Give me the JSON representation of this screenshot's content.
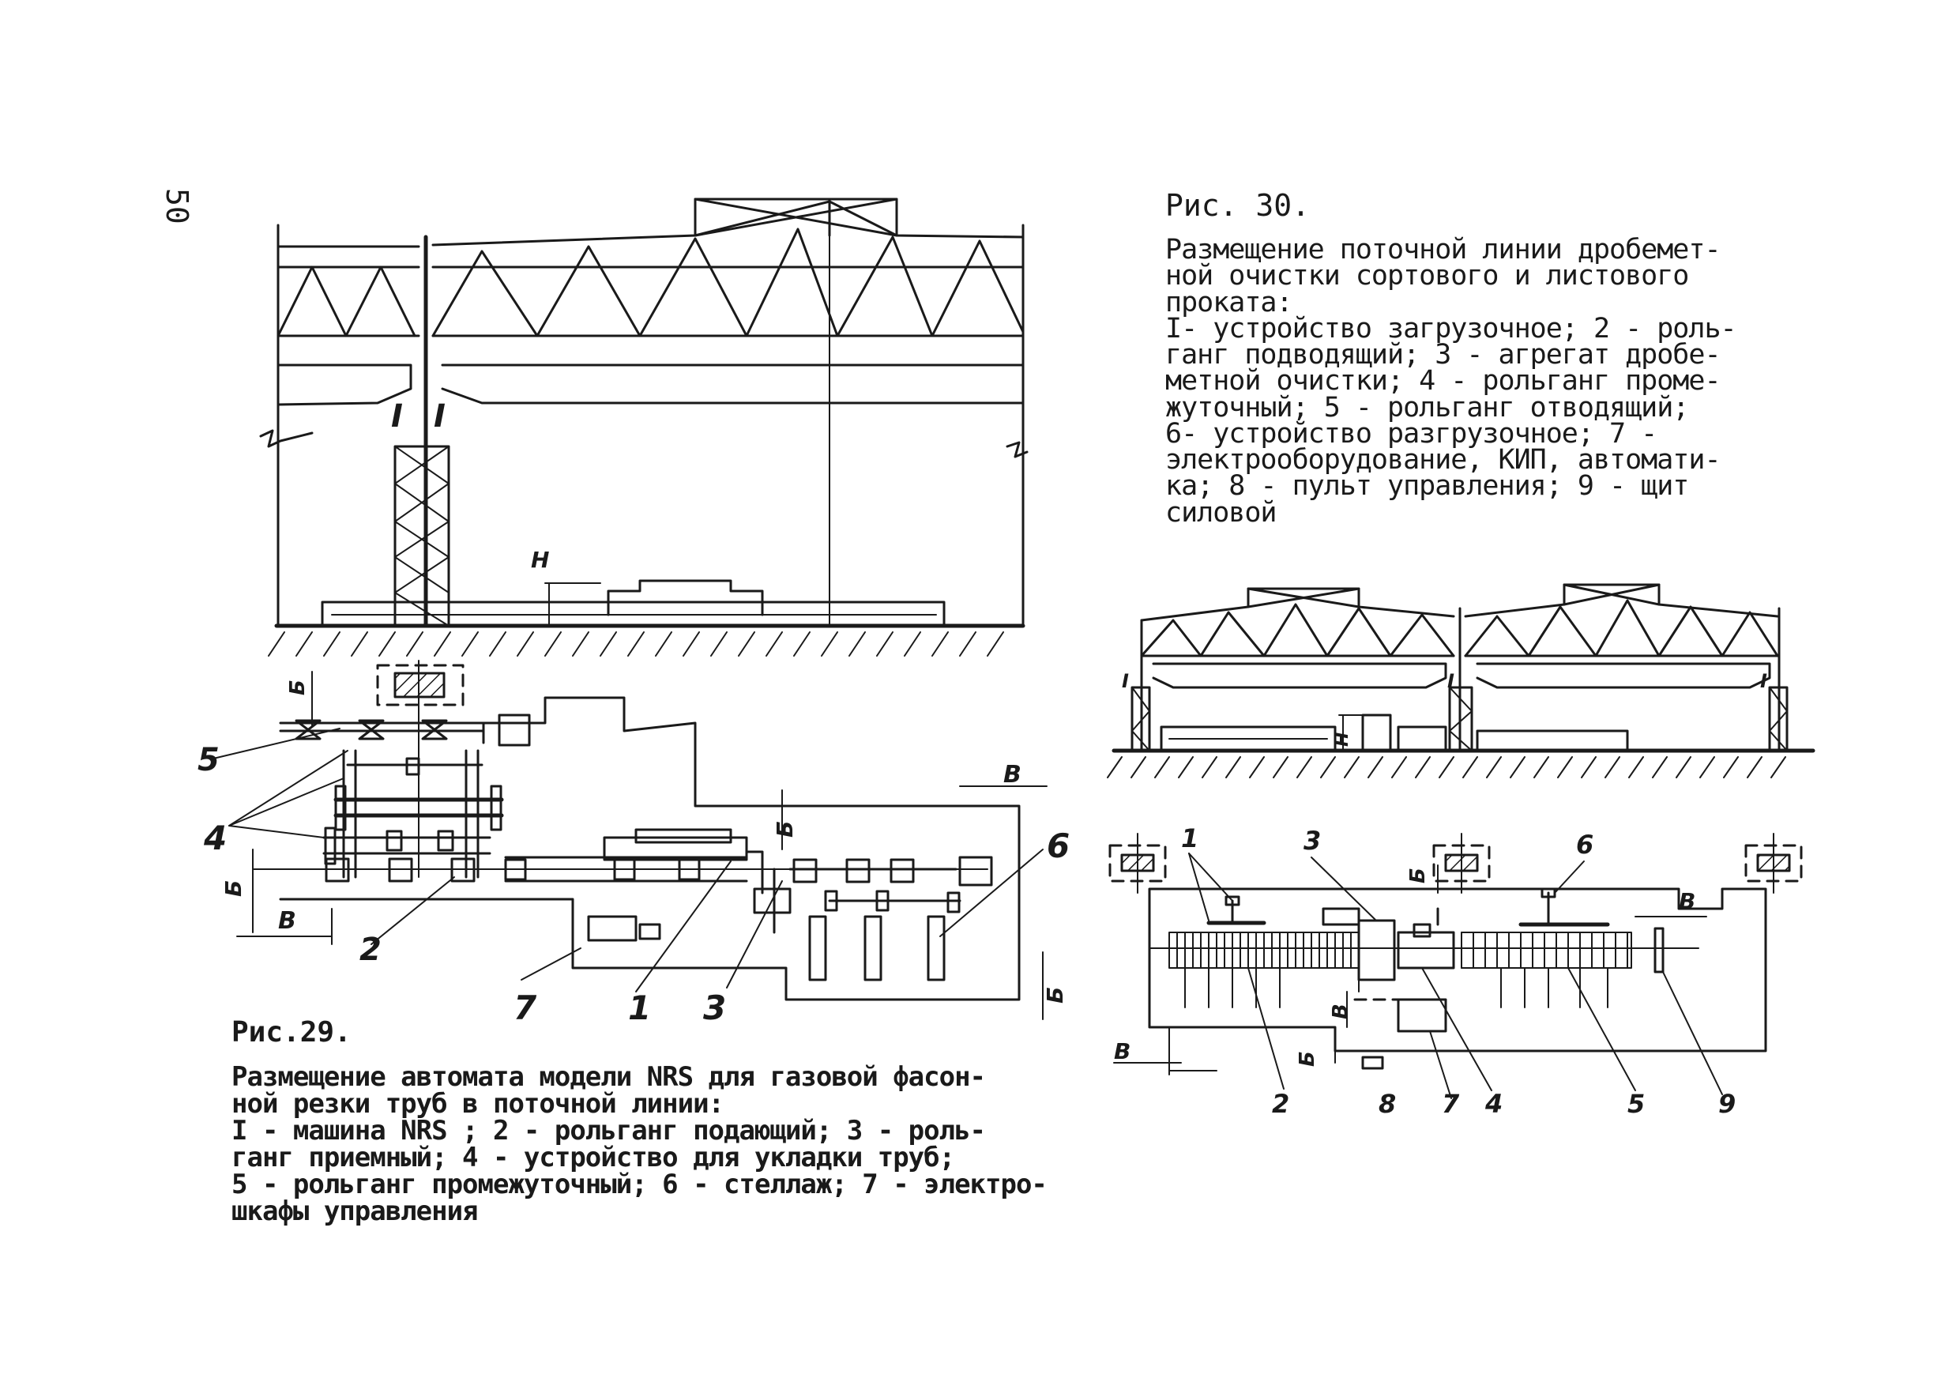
{
  "page": {
    "number": "50"
  },
  "fig29": {
    "title": "Рис.29.",
    "caption": "Размещение автомата модели NRS    для газовой фасон-\nной резки труб в поточной линии:\nI - машина  NRS    ; 2 - рольганг подающий; 3 - роль-\nганг приемный; 4 - устройство для укладки труб;\n5 - рольганг промежуточный; 6 - стеллаж; 7 - электро-\nшкафы управления",
    "labels": {
      "n1": "1",
      "n2": "2",
      "n3": "3",
      "n4": "4",
      "n5": "5",
      "n6": "6",
      "n7": "7",
      "dimB": "Б",
      "dimV": "В",
      "dimH": "H"
    }
  },
  "fig30": {
    "title": "Рис. 30.",
    "caption": "Размещение поточной линии  дробемет-\nной очистки сортового и листового\nпроката:\nI- устройство загрузочное; 2 - роль-\nганг подводящий; 3 - агрегат дробе-\nметной очистки; 4 - рольганг  проме-\nжуточный; 5 - рольганг отводящий;\n6- устройство разгрузочное; 7 -\nэлектрооборудование, КИП, автомати-\nка; 8 - пульт управления; 9 -   щит\nсиловой",
    "labels": {
      "n1": "1",
      "n2": "2",
      "n3": "3",
      "n4": "4",
      "n5": "5",
      "n6": "6",
      "n7": "7",
      "n8": "8",
      "n9": "9",
      "dimB": "Б",
      "dimV": "В",
      "dimH": "H",
      "colI": "I"
    }
  }
}
